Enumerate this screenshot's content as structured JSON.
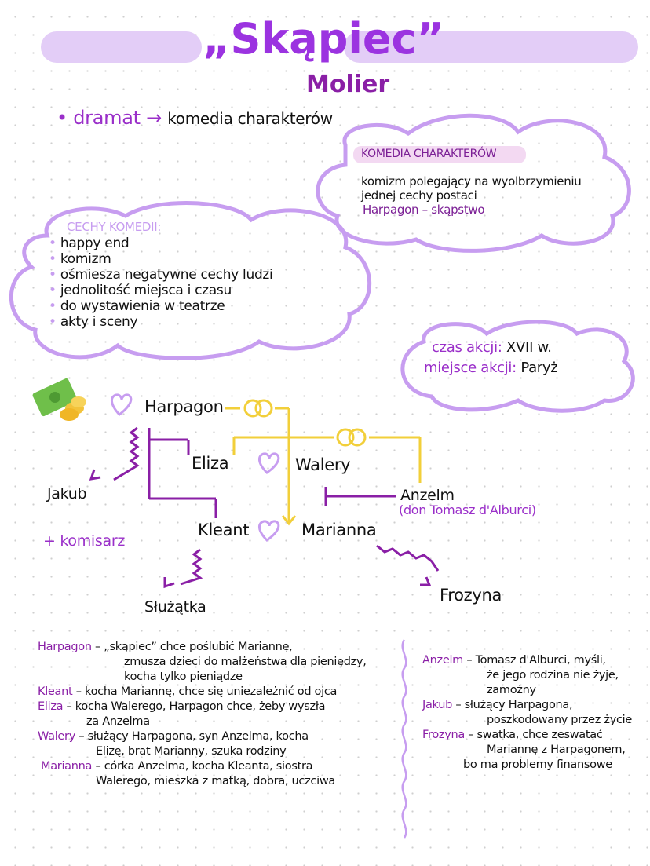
{
  "title": "„Skąpiec”",
  "author": "Molier",
  "genre": {
    "bullet": "•",
    "left": "dramat",
    "arrow": "→",
    "right": "komedia charakterów"
  },
  "comedy_of_characters": {
    "header": "KOMEDIA CHARAKTERÓW",
    "lines": [
      "komizm polegający na wyolbrzymieniu",
      "jednej cechy postaci",
      "Harpagon – skąpstwo"
    ]
  },
  "comedy_features": {
    "header": "CECHY KOMEDII:",
    "items": [
      "happy end",
      "komizm",
      "ośmiesza negatywne cechy ludzi",
      "jednolitość miejsca i czasu",
      "do wystawienia w teatrze",
      "akty i sceny"
    ]
  },
  "setting": {
    "time_label": "czas akcji:",
    "time_value": "XVII w.",
    "place_label": "miejsce akcji:",
    "place_value": "Paryż"
  },
  "diagram": {
    "harpagon": "Harpagon",
    "eliza": "Eliza",
    "walery": "Walery",
    "jakub": "Jakub",
    "anzelm": "Anzelm",
    "anzelm_note": "(don Tomasz d'Alburci)",
    "komisarz": "+ komisarz",
    "kleant": "Kleant",
    "marianna": "Marianna",
    "sluzka": "Służątka",
    "frozyna": "Frozyna"
  },
  "descriptions_left": [
    {
      "name": "Harpagon",
      "text": [
        "– „skąpiec” chce poślubić Mariannę,",
        "zmusza dzieci do małżeństwa dla pieniędzy,",
        "kocha tylko pieniądze"
      ]
    },
    {
      "name": "Kleant",
      "text": [
        "– kocha Mariannę, chce się uniezależnić od ojca"
      ]
    },
    {
      "name": "Eliza",
      "text": [
        "– kocha Walerego, Harpagon chce, żeby wyszła",
        "za Anzelma"
      ]
    },
    {
      "name": "Walery",
      "text": [
        "– służący Harpagona, syn Anzelma, kocha",
        "Elizę, brat Marianny, szuka rodziny"
      ]
    },
    {
      "name": "Marianna",
      "text": [
        "– córka Anzelma, kocha Kleanta, siostra",
        "Walerego, mieszka z matką, dobra, uczciwa"
      ]
    }
  ],
  "descriptions_right": [
    {
      "name": "Anzelm",
      "text": [
        "– Tomasz d'Alburci, myśli,",
        "że jego rodzina nie żyje,",
        "zamożny"
      ]
    },
    {
      "name": "Jakub",
      "text": [
        "– służący Harpagona,",
        "poszkodowany przez życie"
      ]
    },
    {
      "name": "Frozyna",
      "text": [
        "– swatka, chce zeswatać",
        "Mariannę z Harpagonem,",
        "bo ma problemy finansowe"
      ]
    }
  ],
  "colors": {
    "title": "#9b33e0",
    "accent": "#8a1fa6",
    "banner": "#e3cdf7",
    "cloud": "#c79df0",
    "gold": "#f2cf3a",
    "highlight": "#f3d9f2"
  }
}
